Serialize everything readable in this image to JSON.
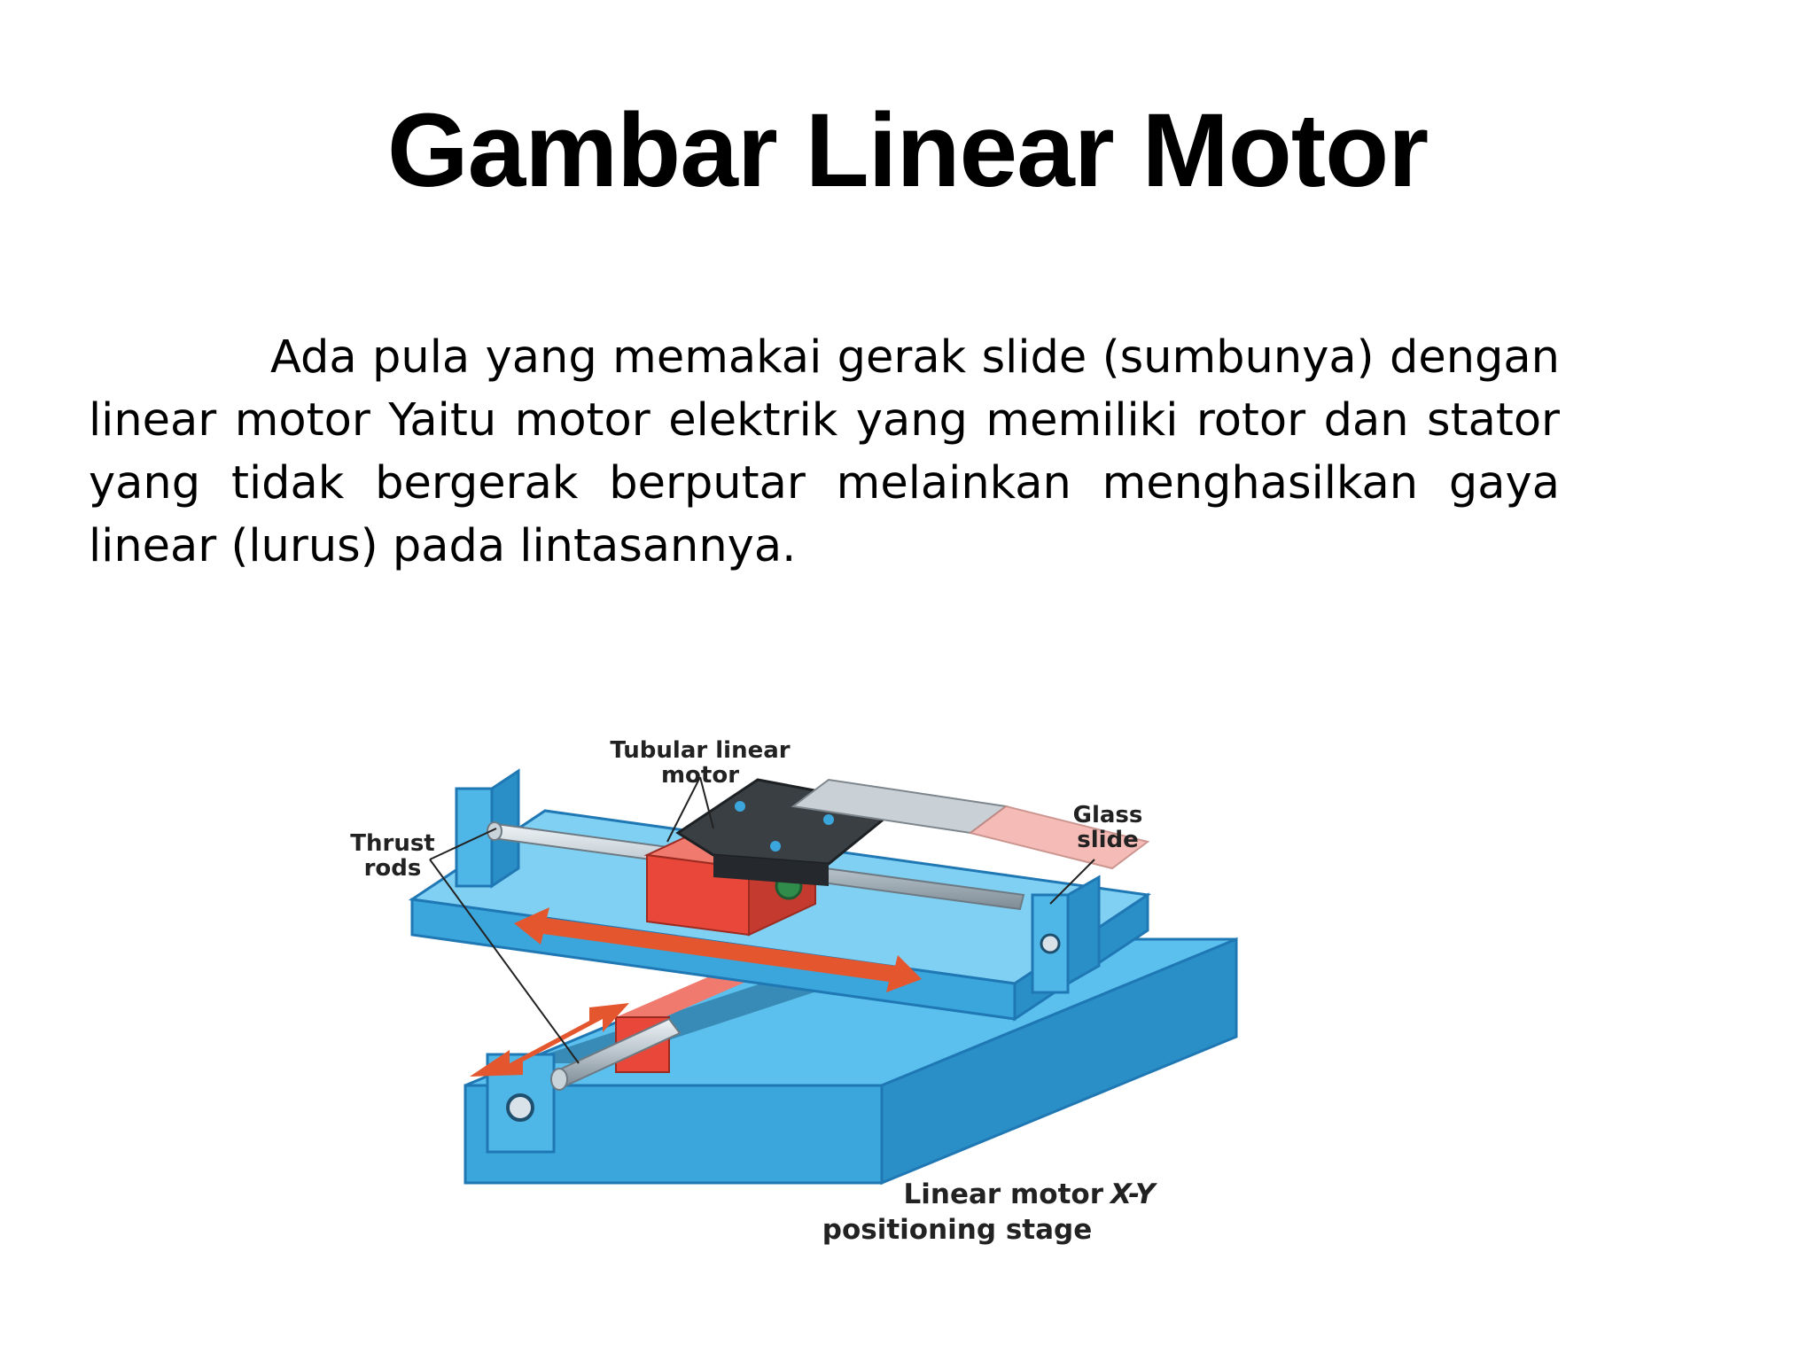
{
  "slide": {
    "title": "Gambar Linear Motor",
    "paragraph": "Ada pula yang memakai gerak slide (sumbunya) dengan linear motor  Yaitu motor elektrik yang memiliki rotor dan stator yang tidak bergerak berputar melainkan menghasilkan gaya linear (lurus) pada lintasannya."
  },
  "figure": {
    "labels": {
      "tubular_line1": "Tubular linear",
      "tubular_line2": "motor",
      "thrust_line1": "Thrust",
      "thrust_line2": "rods",
      "glass_line1": "Glass",
      "glass_line2": "slide",
      "caption_line1": "Linear motor",
      "caption_xy": "X-Y",
      "caption_line2": "positioning stage"
    },
    "colors": {
      "frame_blue": "#3aa6dc",
      "frame_dark": "#1f78b4",
      "motor_red": "#e8473a",
      "carriage_dark": "#3a3f44",
      "rod_gray": "#b9c4cc",
      "arrow_orange": "#e4572e"
    }
  }
}
